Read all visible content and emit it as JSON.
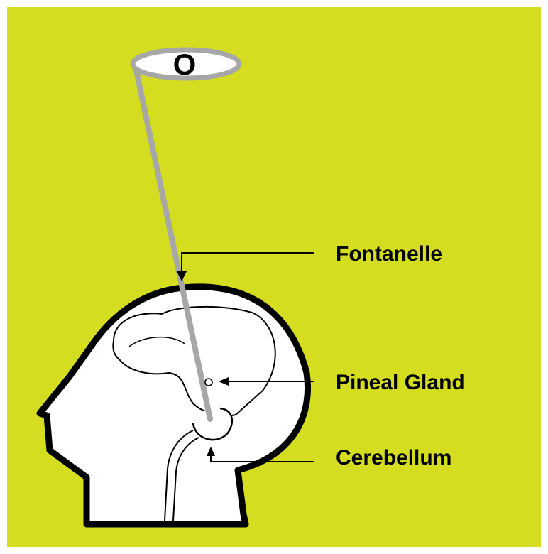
{
  "colors": {
    "background": "#d4dd1f",
    "outline": "#000000",
    "rod": "#a7a7a7",
    "head_fill": "#ffffff"
  },
  "eye": {
    "letter": "O"
  },
  "labels": {
    "fontanelle": "Fontanelle",
    "pineal_gland": "Pineal Gland",
    "cerebellum": "Cerebellum"
  }
}
